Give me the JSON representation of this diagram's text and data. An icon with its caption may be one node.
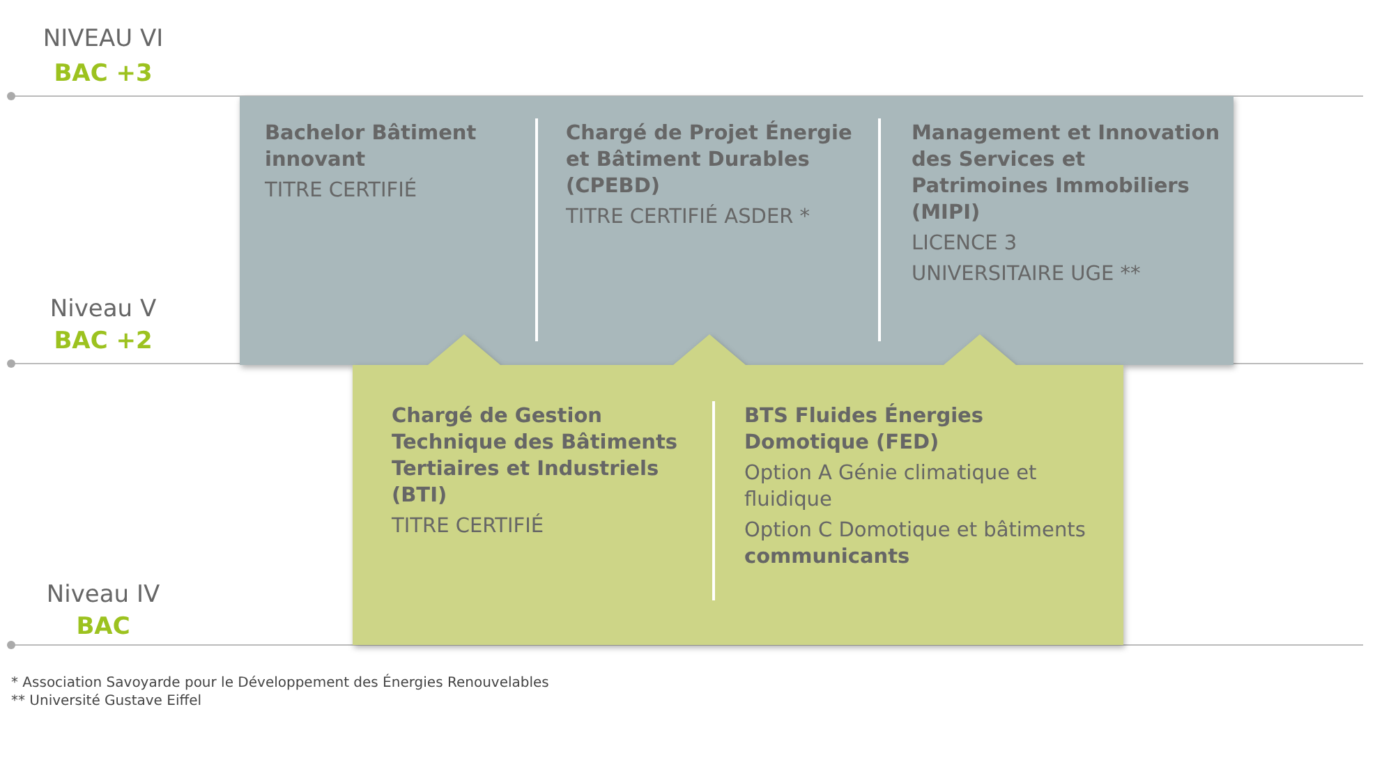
{
  "diagram": {
    "nodes": [
      {
        "text": [],
        "shape": "box"
      },
      {
        "text": [
          "Bachelor Bâtiment innovant",
          "TITRE CERTIFIÉ"
        ],
        "in": 0
      },
      {
        "text": [
          "Chargé de Projet Énergie et Bâtiment Durables (CPEBD)",
          "TITRE CERTIFIÉ ASDER *"
        ],
        "in": 0
      },
      {
        "text": [
          "Management et Innovation des Services et Patrimoines Immobiliers (MIPI)",
          "LICENCE 3",
          "UNIVERSITAIRE UGE **"
        ],
        "in": 0
      },
      {
        "text": [],
        "shape": "box"
      },
      {
        "text": [
          "Chargé de Gestion Technique des Bâtiments Tertiaires et Industriels (BTI)",
          "TITRE CERTIFIÉ"
        ],
        "in": 4
      },
      {
        "text": [
          "BTS Fluides Énergies Domotique (FED)",
          "Option A Génie climatique et fluidique",
          "Option C Domotique et bâtiments **communicants**"
        ],
        "in": 4
      }
    ],
    "edges": [],
    "labels": [
      "NIVEAU VI",
      "BAC +3",
      "Niveau V",
      "BAC +2",
      "Niveau IV",
      "BAC",
      "* Association Savoyarde pour le Développement des Énergies Renouvelables",
      "** Université Gustave Eiffel"
    ]
  }
}
